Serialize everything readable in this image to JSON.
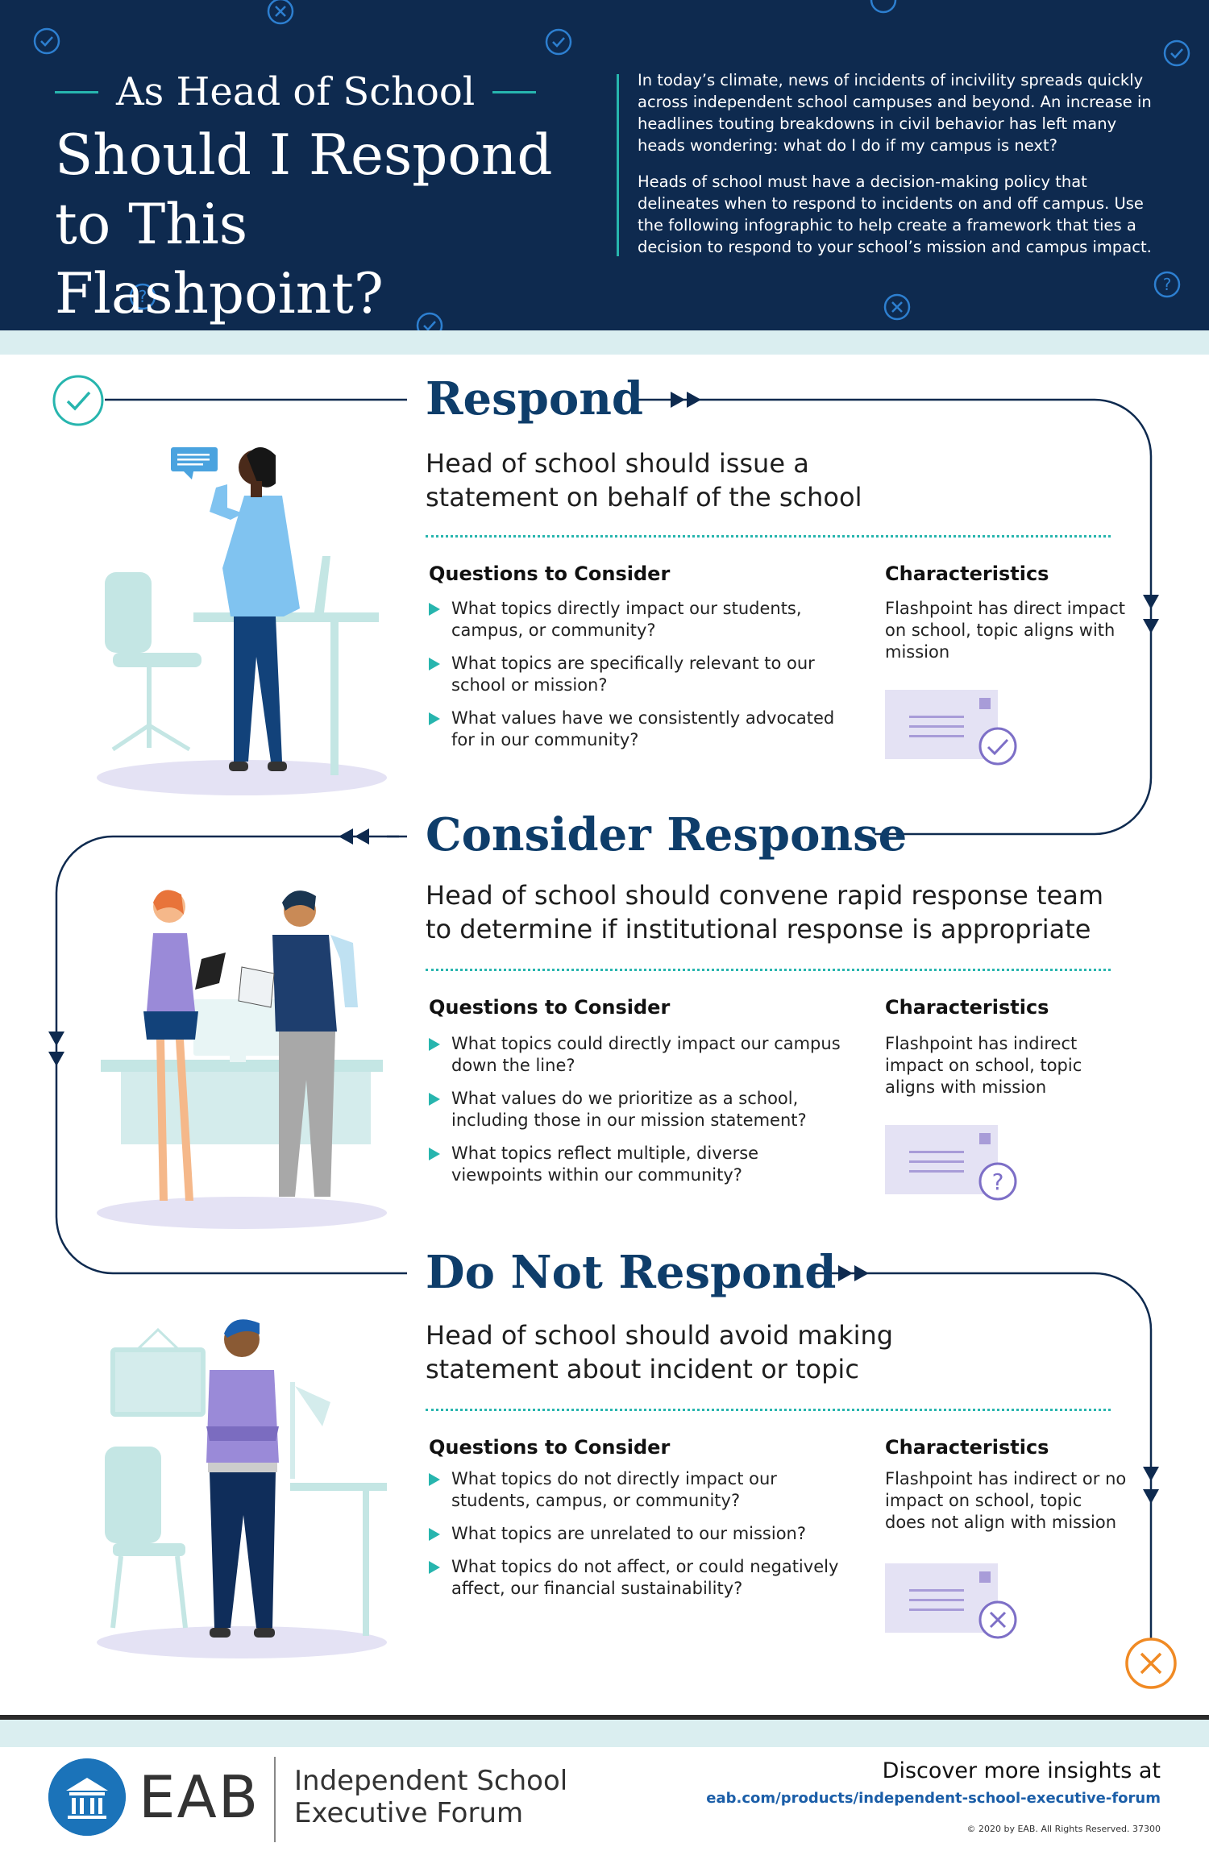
{
  "header": {
    "kicker": "As Head of School",
    "title": "Should I Respond to This Flashpoint?",
    "intro_p1": "In today’s climate, news of incidents of incivility spreads quickly across independent school campuses and beyond. An increase in headlines touting breakdowns in civil behavior has left many heads wondering: what do I do if my campus is next?",
    "intro_p2": "Heads of school must have a decision-making policy that delineates when to respond to incidents on and off campus. Use the following infographic to help create a framework that ties a decision to respond to your school’s mission and campus impact."
  },
  "sections": [
    {
      "title": "Respond",
      "lead": "Head of school should issue a statement on behalf of the school",
      "questions_heading": "Questions to Consider",
      "questions": [
        "What topics directly impact our students, campus, or community?",
        "What topics are specifically relevant to our school or mission?",
        "What values have we consistently advocated for in our community?"
      ],
      "characteristics_heading": "Characteristics",
      "characteristics": "Flashpoint has direct impact on school, topic aligns with mission",
      "card_icon": "check-icon"
    },
    {
      "title": "Consider Response",
      "lead": "Head of school should convene rapid response team to determine if institutional response is appropriate",
      "questions_heading": "Questions to Consider",
      "questions": [
        "What topics could directly impact our campus down the line?",
        "What values do we prioritize as a school, including those in our mission statement?",
        "What topics reflect multiple, diverse viewpoints within our community?"
      ],
      "characteristics_heading": "Characteristics",
      "characteristics": "Flashpoint has indirect impact on school, topic aligns with mission",
      "card_icon": "question-icon"
    },
    {
      "title": "Do Not Respond",
      "lead": "Head of school should avoid making statement about incident or topic",
      "questions_heading": "Questions to Consider",
      "questions": [
        "What topics do not directly impact our students, campus, or community?",
        "What topics are unrelated to our mission?",
        "What topics do not affect, or could negatively affect, our financial sustainability?"
      ],
      "characteristics_heading": "Characteristics",
      "characteristics": "Flashpoint has indirect or no impact on school, topic does not align with mission",
      "card_icon": "x-icon"
    }
  ],
  "footer": {
    "logo_text": "EAB",
    "forum_line1": "Independent School",
    "forum_line2": "Executive Forum",
    "discover": "Discover more insights at",
    "url": "eab.com/products/independent-school-executive-forum",
    "copyright": "© 2020 by EAB. All Rights Reserved. 37300"
  },
  "colors": {
    "navy": "#0e2a4f",
    "title_blue": "#0e3d6a",
    "teal": "#27b5ae",
    "light_teal": "#daeef0",
    "orange": "#f08a24",
    "card_lavender": "#e4e2f4"
  }
}
